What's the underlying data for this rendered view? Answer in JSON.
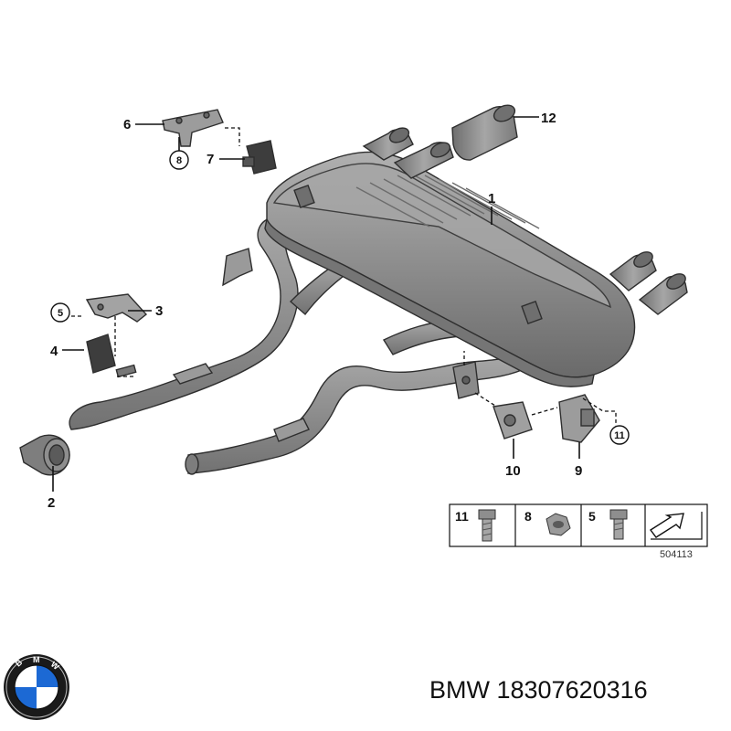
{
  "callouts": [
    {
      "id": "1",
      "label": "1"
    },
    {
      "id": "2",
      "label": "2"
    },
    {
      "id": "3",
      "label": "3"
    },
    {
      "id": "4",
      "label": "4"
    },
    {
      "id": "5",
      "label": "5"
    },
    {
      "id": "6",
      "label": "6"
    },
    {
      "id": "7",
      "label": "7"
    },
    {
      "id": "8",
      "label": "8"
    },
    {
      "id": "9",
      "label": "9"
    },
    {
      "id": "10",
      "label": "10"
    },
    {
      "id": "11",
      "label": "11"
    },
    {
      "id": "12",
      "label": "12"
    }
  ],
  "legend": {
    "items": [
      {
        "number": "11",
        "icon": "bolt-icon"
      },
      {
        "number": "8",
        "icon": "hex-nut-icon"
      },
      {
        "number": "5",
        "icon": "bolt-icon"
      },
      {
        "number": "",
        "icon": "arrow-icon"
      }
    ],
    "diagram_id": "504113"
  },
  "footer": {
    "brand_logo": "BMW",
    "part_text": "BMW 18307620316"
  },
  "colors": {
    "metal": "#8c8c8c",
    "metal_light": "#b4b4b4",
    "metal_dark": "#5d5d5d",
    "line": "#111111",
    "logo_blue": "#1c69d4"
  }
}
